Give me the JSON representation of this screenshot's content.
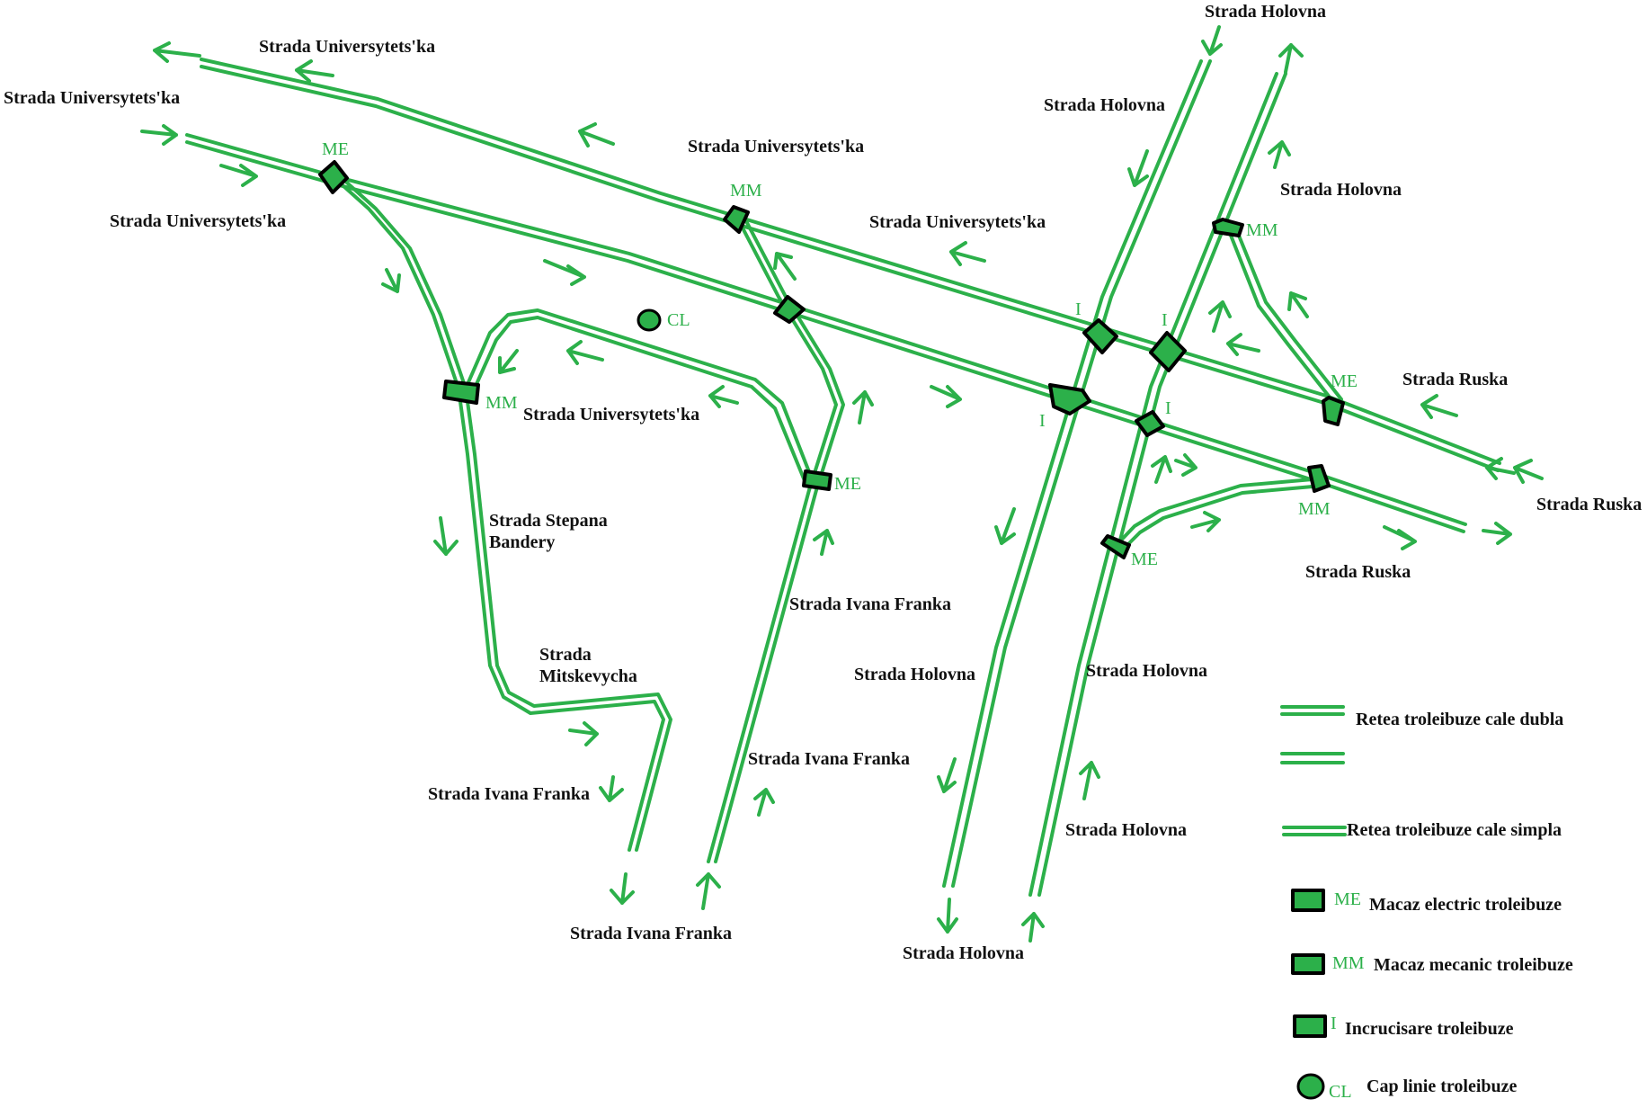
{
  "streets": {
    "univ_top": "Strada Universytets'ka",
    "univ_left": "Strada Universytets'ka",
    "univ_left_low": "Strada Universytets'ka",
    "univ_mid": "Strada Universytets'ka",
    "univ_right": "Strada Universytets'ka",
    "univ_loop": "Strada Universytets'ka",
    "holovna_top": "Strada Holovna",
    "holovna_left_upper": "Strada Holovna",
    "holovna_right_upper": "Strada Holovna",
    "holovna_mid_left": "Strada Holovna",
    "holovna_mid_right": "Strada Holovna",
    "holovna_low_right": "Strada Holovna",
    "holovna_bottom": "Strada Holovna",
    "ruska_1": "Strada Ruska",
    "ruska_2": "Strada Ruska",
    "ruska_3": "Strada Ruska",
    "stepana_1": "Strada Stepana",
    "stepana_2": "Bandery",
    "mitsk_1": "Strada",
    "mitsk_2": "Mitskevycha",
    "franka_1": "Strada Ivana Franka",
    "franka_2": "Strada Ivana Franka",
    "franka_3": "Strada Ivana Franka",
    "franka_bottom": "Strada Ivana Franka"
  },
  "codes": {
    "me": "ME",
    "mm": "MM",
    "i": "I",
    "cl": "CL"
  },
  "legend": {
    "double": "Retea troleibuze cale dubla",
    "single": "Retea troleibuze cale simpla",
    "electric": "Macaz electric troleibuze",
    "mechanical": "Macaz mecanic troleibuze",
    "crossing": "Incrucisare troleibuze",
    "terminus": "Cap linie troleibuze"
  },
  "colors": {
    "line": "#2cb04a",
    "outline": "#000000",
    "text": "#111111"
  }
}
